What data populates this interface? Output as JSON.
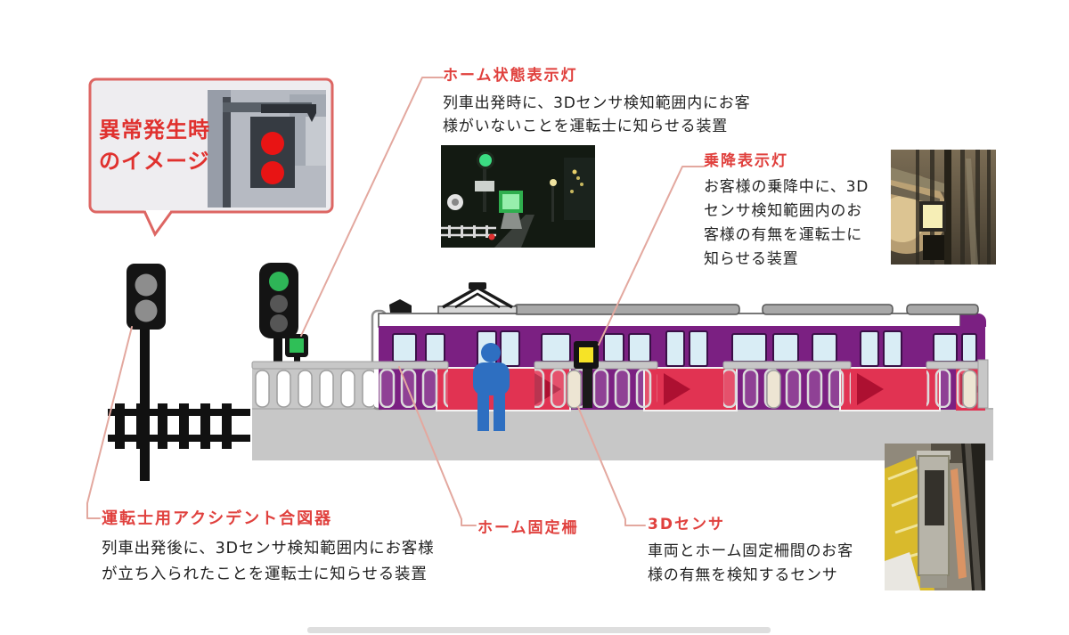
{
  "bubble": {
    "line1": "異常発生時",
    "line2": "のイメージ"
  },
  "annotations": {
    "platform_status_light": {
      "title": "ホーム状態表示灯",
      "desc": [
        "列車出発時に、3Dセンサ検知範囲内にお客",
        "様がいないことを運転士に知らせる装置"
      ]
    },
    "boarding_light": {
      "title": "乗降表示灯",
      "desc": [
        "お客様の乗降中に、3D",
        "センサ検知範囲内のお",
        "客様の有無を運転士に",
        "知らせる装置"
      ]
    },
    "driver_accident_signal": {
      "title": "運転士用アクシデント合図器",
      "desc": [
        "列車出発後に、3Dセンサ検知範囲内にお客様",
        "が立ち入られたことを運転士に知らせる装置"
      ]
    },
    "platform_fixed_fence": {
      "title": "ホーム固定柵"
    },
    "sensor_3d": {
      "title": "3Dセンサ",
      "desc": [
        "車両とホーム固定柵間のお客",
        "様の有無を検知するセンサ"
      ]
    }
  },
  "colors": {
    "accent_red": "#e0413e",
    "bubble_border": "#dd6663",
    "bubble_bg": "#eeedf0",
    "leader_line": "#e3a89f",
    "train_purple": "#7b2082",
    "door_red": "#e13352",
    "arrow_red": "#ad1031",
    "window_blue": "#d9edf5",
    "person_blue": "#2e6fc1",
    "signal_green": "#2eb557",
    "indicator_green": "#2fbf57",
    "indicator_yellow": "#f6e326",
    "fence_gray": "#c7c7c7",
    "platform_gray": "#c7c7c7"
  }
}
